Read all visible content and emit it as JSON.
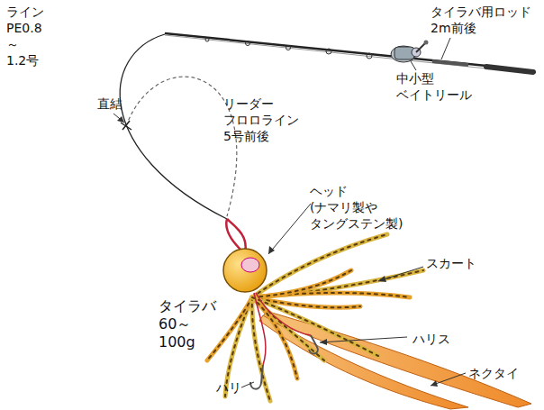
{
  "diagram": {
    "labels": [
      "ライン PE0.8～1.2号",
      "タイラバ用ロッド 2m前後",
      "中小型 ベイトリール",
      "直結",
      "リーダー フロロライン 5号前後",
      "ヘッド (ナマリ製や タングステン製)",
      "タイラバ 60～100g",
      "スカート",
      "ハリス",
      "ネクタイ",
      "ハリ"
    ]
  }
}
